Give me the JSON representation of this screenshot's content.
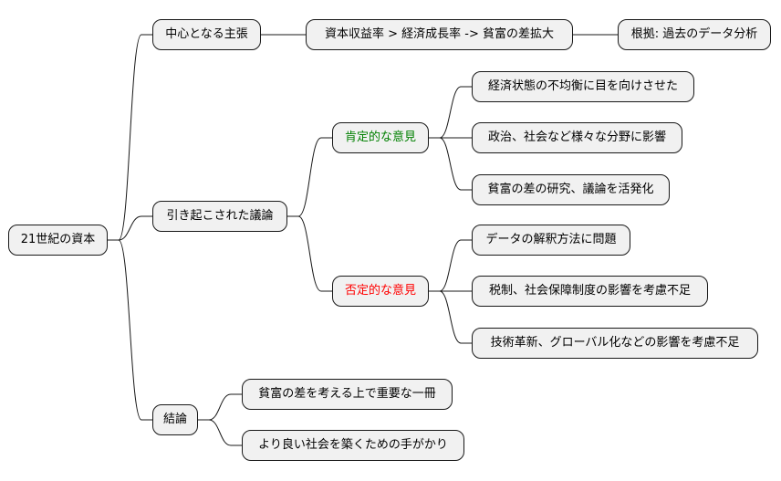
{
  "mindmap": {
    "root": {
      "label": "21世紀の資本"
    },
    "branches": [
      {
        "label": "中心となる主張",
        "children": [
          {
            "label": "資本収益率 > 経済成長率 -> 貧富の差拡大",
            "children": [
              {
                "label": "根拠: 過去のデータ分析"
              }
            ]
          }
        ]
      },
      {
        "label": "引き起こされた議論",
        "children": [
          {
            "label": "肯定的な意見",
            "color": "#008000",
            "children": [
              {
                "label": "経済状態の不均衡に目を向けさせた"
              },
              {
                "label": "政治、社会など様々な分野に影響"
              },
              {
                "label": "貧富の差の研究、議論を活発化"
              }
            ]
          },
          {
            "label": "否定的な意見",
            "color": "#ff0000",
            "children": [
              {
                "label": "データの解釈方法に問題"
              },
              {
                "label": "税制、社会保障制度の影響を考慮不足"
              },
              {
                "label": "技術革新、グローバル化などの影響を考慮不足"
              }
            ]
          }
        ]
      },
      {
        "label": "結論",
        "children": [
          {
            "label": "貧富の差を考える上で重要な一冊"
          },
          {
            "label": "より良い社会を築くための手がかり"
          }
        ]
      }
    ]
  }
}
